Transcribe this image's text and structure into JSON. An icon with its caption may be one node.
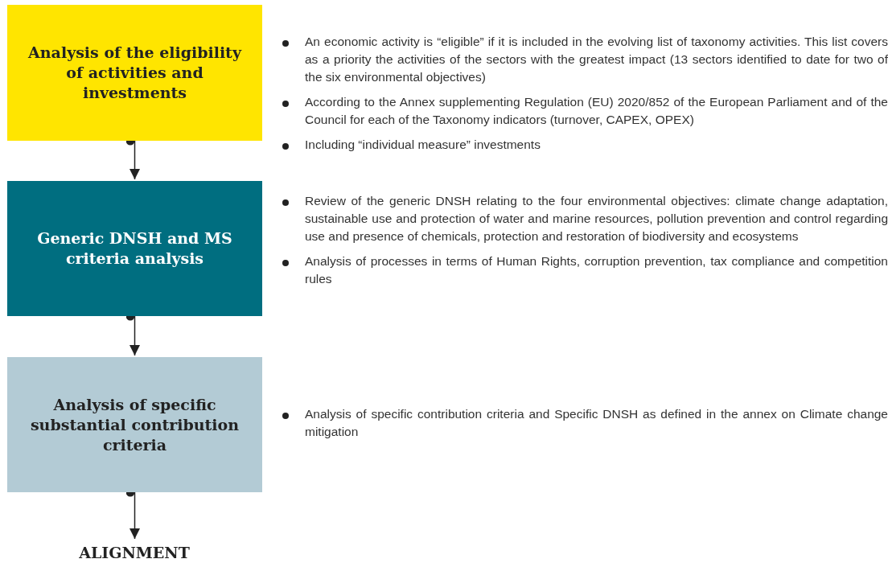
{
  "diagram": {
    "nodes": [
      {
        "text": [
          "Analysis of the eligibility of activities and investments"
        ],
        "beside": [
          "An economic activity is “eligible” if it is included in the evolving list of taxonomy activities. This list covers as a priority the activities of the sectors with the greatest impact (13 sectors identified to date for two of the six environmental objectives)",
          "According to the Annex supplementing Regulation (EU) 2020/852 of the European Parliament and of the Council for each of the Taxonomy indicators (turnover, CAPEX, OPEX)",
          "Including “individual measure” investments"
        ]
      },
      {
        "text": [
          "Generic DNSH and MS criteria analysis"
        ],
        "beside": [
          "Review of the generic DNSH relating to the four environmental objectives: climate change adaptation, sustainable use and protection of water and marine resources, pollution prevention and control regarding use and presence of chemicals, protection and restoration of biodiversity and ecosystems",
          "Analysis of processes in terms of Human Rights, corruption prevention, tax compliance and competition rules"
        ]
      },
      {
        "text": [
          "Analysis of specific substantial contribution criteria"
        ],
        "beside": [
          "Analysis of specific contribution criteria and Specific DNSH as defined in the annex on Climate change mitigation"
        ]
      },
      {
        "text": [
          "ALIGNMENT"
        ]
      }
    ],
    "edges": [
      {
        "from": 0,
        "to": 1,
        "arrow": "to"
      },
      {
        "from": 1,
        "to": 2,
        "arrow": "to"
      },
      {
        "from": 2,
        "to": 3,
        "arrow": "to"
      }
    ]
  }
}
